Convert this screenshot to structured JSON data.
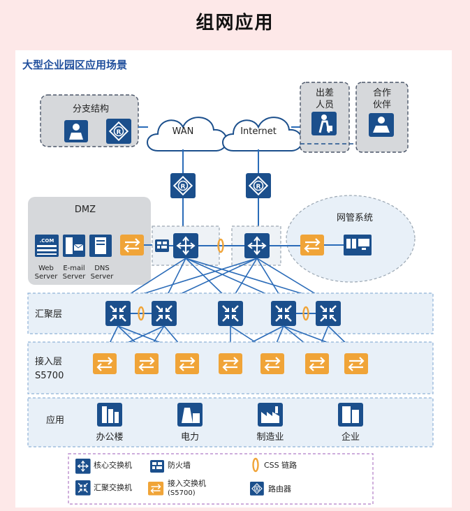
{
  "page_title": "组网应用",
  "diagram": {
    "title": "大型企业园区应用场景",
    "branch": {
      "label": "分支结构"
    },
    "wan": {
      "label": "WAN"
    },
    "internet": {
      "label": "Internet"
    },
    "travel": {
      "label_line1": "出差",
      "label_line2": "人员"
    },
    "partner": {
      "label_line1": "合作",
      "label_line2": "伙伴"
    },
    "dmz": {
      "label": "DMZ",
      "com_text": ".COM",
      "servers": [
        {
          "line1": "Web",
          "line2": "Server"
        },
        {
          "line1": "E-mail",
          "line2": "Server"
        },
        {
          "line1": "DNS",
          "line2": "Server"
        }
      ]
    },
    "nms": {
      "label": "网管系统"
    },
    "layers": {
      "aggregation": "汇聚层",
      "access_line1": "接入层",
      "access_line2": "S5700",
      "application": "应用"
    },
    "apps": [
      {
        "label": "办公楼",
        "icon": "office-building-icon"
      },
      {
        "label": "电力",
        "icon": "power-plant-icon"
      },
      {
        "label": "制造业",
        "icon": "factory-icon"
      },
      {
        "label": "企业",
        "icon": "enterprise-building-icon"
      }
    ],
    "legend": {
      "core_switch": "核心交换机",
      "firewall": "防火墙",
      "css_link": "CSS 链路",
      "agg_switch": "汇聚交换机",
      "access_switch_line1": "接入交换机",
      "access_switch_line2": "(S5700)",
      "router": "路由器"
    },
    "colors": {
      "blue_dark": "#1b4f8c",
      "blue_line": "#2a6bb8",
      "orange": "#f0a438",
      "panel_fill": "#e8f0f8",
      "title_blue": "#1f4e9c"
    }
  }
}
